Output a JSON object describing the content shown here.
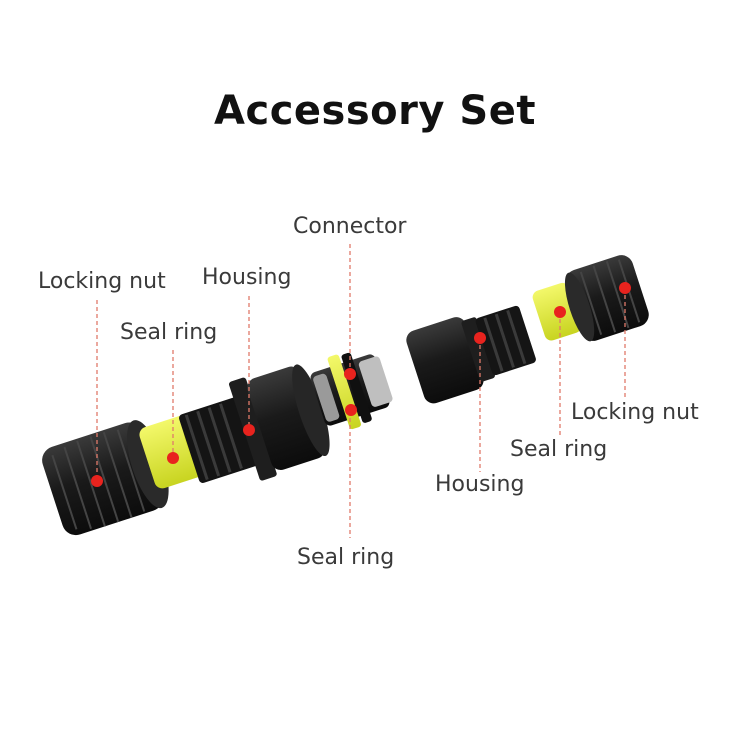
{
  "title": "Accessory Set",
  "colors": {
    "part_dark": "#1c1c1c",
    "seal_yellow": "#e4ef3a",
    "marker_red": "#e8231e",
    "leader_line": "#e07a6a"
  },
  "labels": {
    "connector": "Connector",
    "locking_nut_left": "Locking nut",
    "housing_left": "Housing",
    "seal_ring_left": "Seal ring",
    "locking_nut_right": "Locking nut",
    "seal_ring_right": "Seal ring",
    "housing_right": "Housing",
    "seal_ring_center": "Seal ring"
  }
}
